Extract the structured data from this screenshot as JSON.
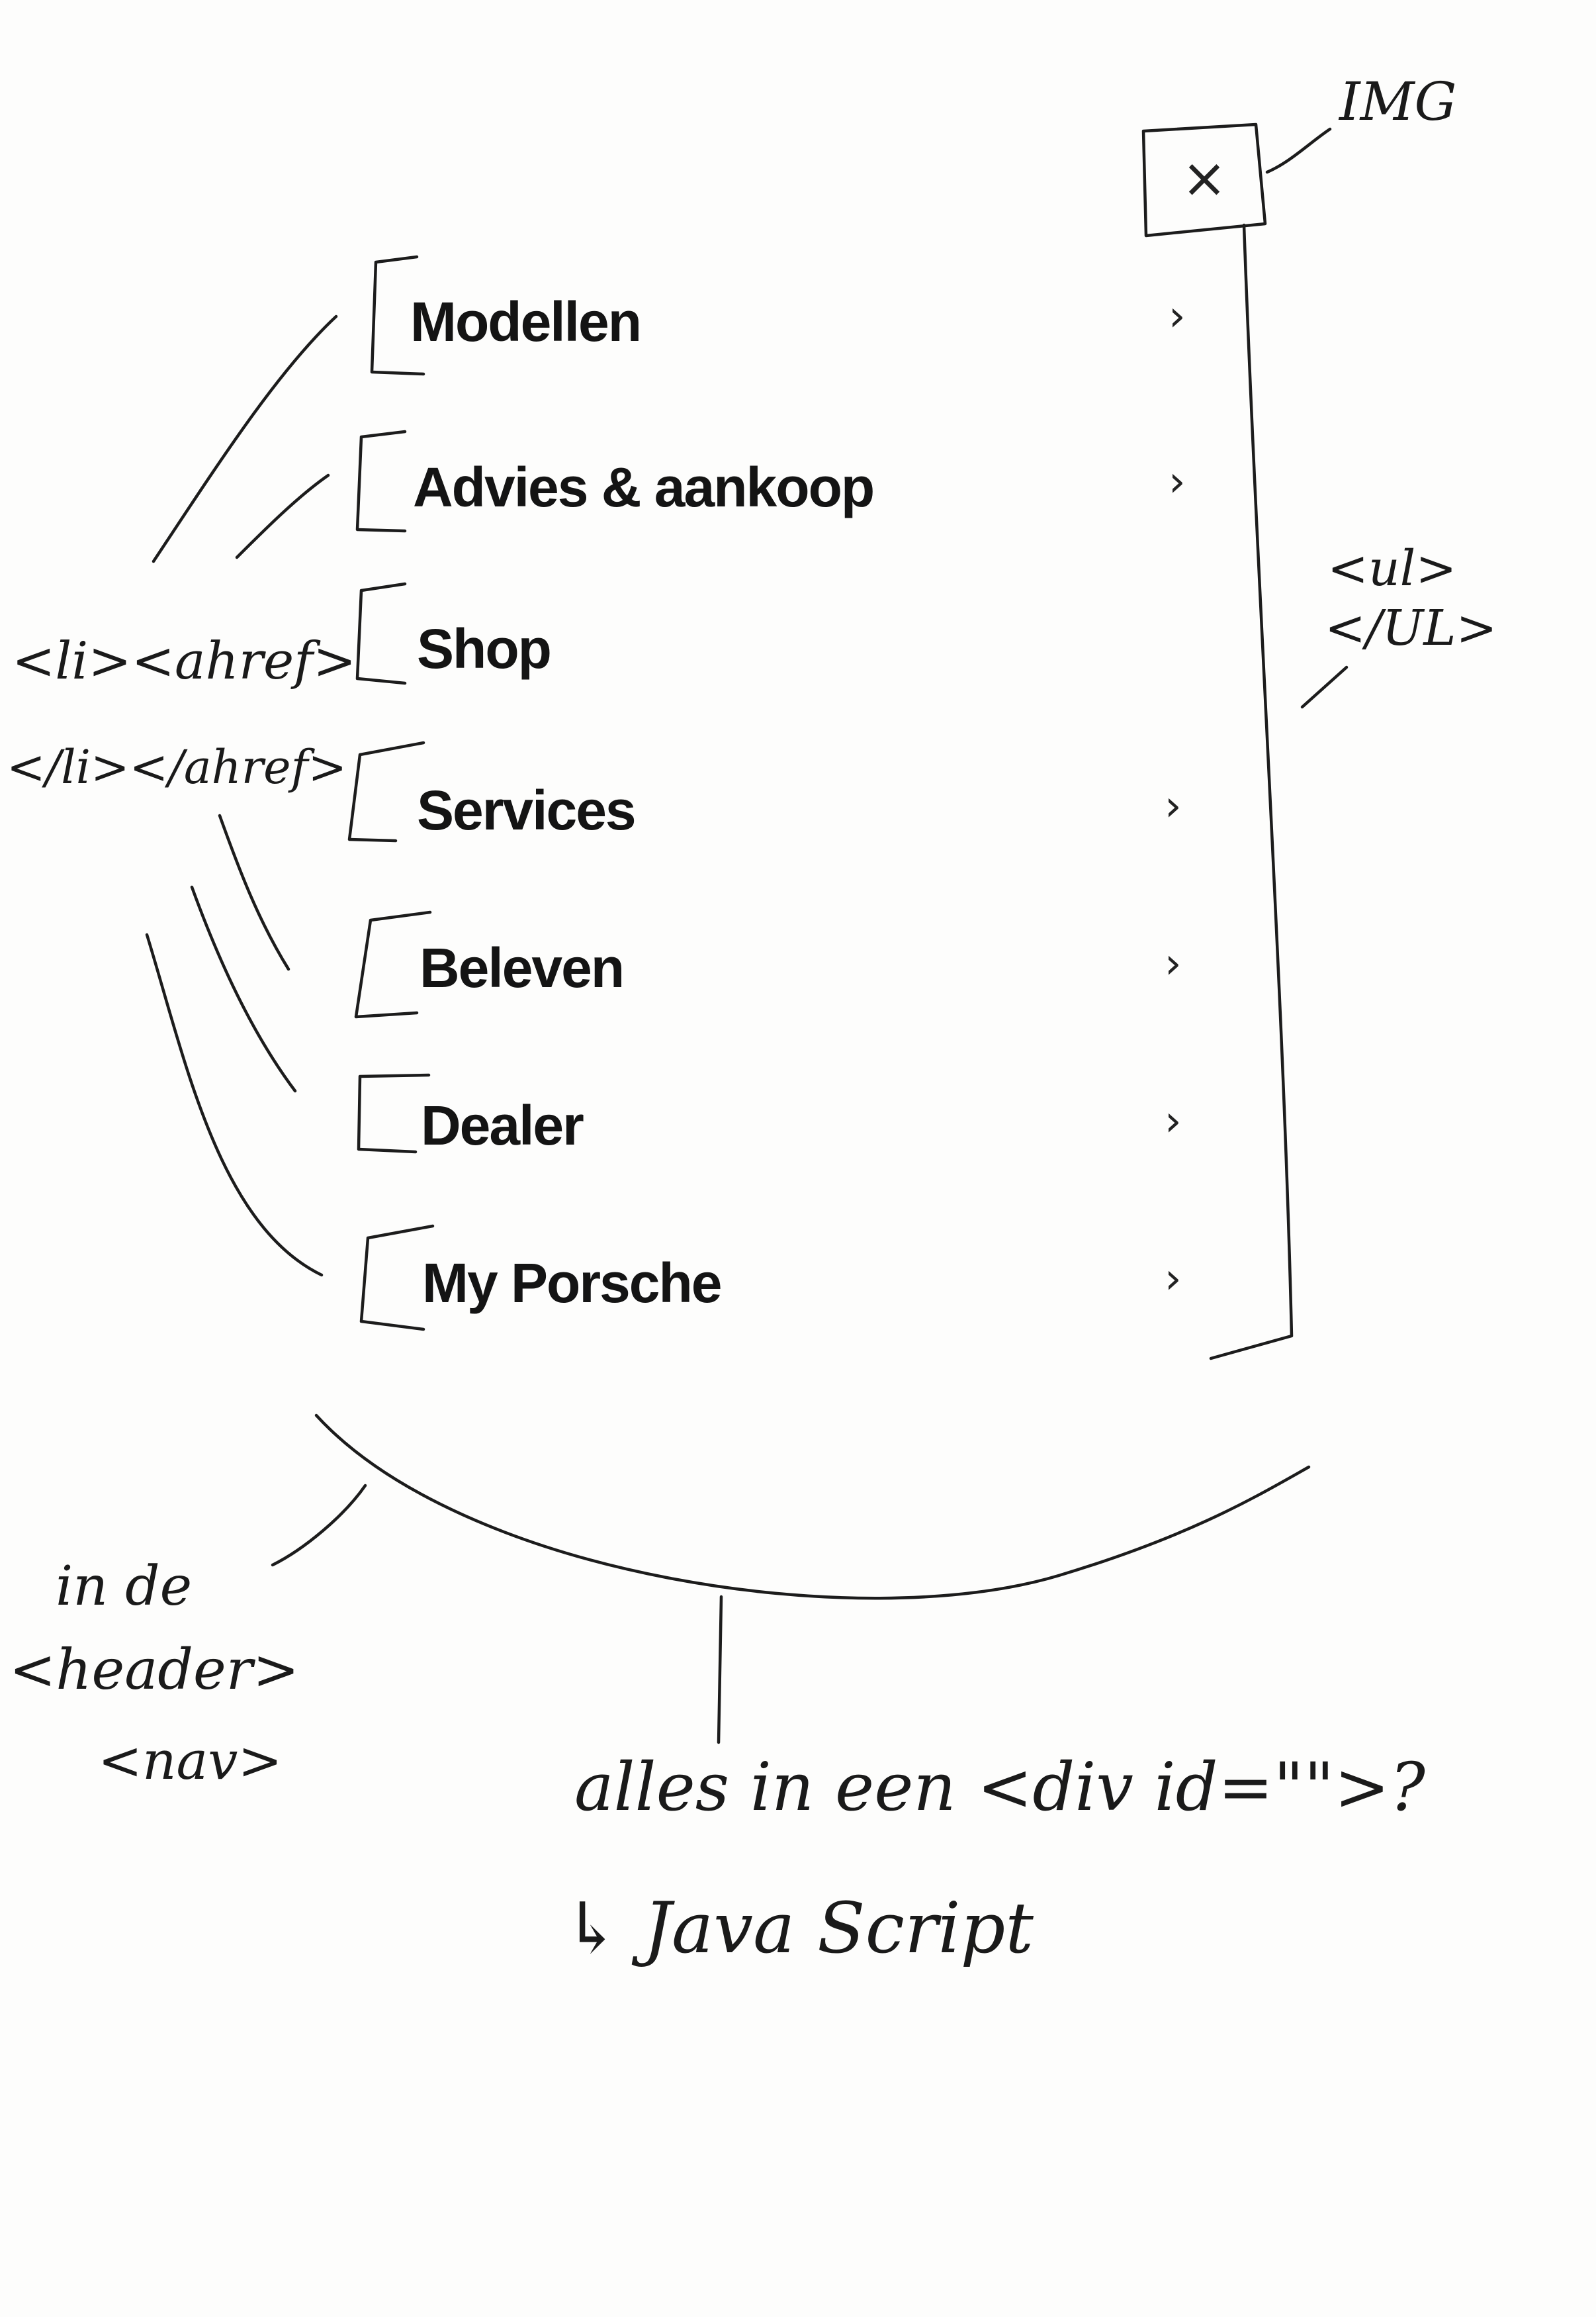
{
  "close_button": {
    "label": "×",
    "icon": "close-icon"
  },
  "menu": {
    "items": [
      {
        "label": "Modellen",
        "chevron": "›"
      },
      {
        "label": "Advies & aankoop",
        "chevron": "›"
      },
      {
        "label": "Shop"
      },
      {
        "label": "Services",
        "chevron": "›"
      },
      {
        "label": "Beleven",
        "chevron": "›"
      },
      {
        "label": "Dealer",
        "chevron": "›"
      },
      {
        "label": "My Porsche",
        "chevron": "›"
      }
    ]
  },
  "annotations": {
    "img": "IMG",
    "ul_open": "<ul>",
    "ul_close": "</UL>",
    "li_open": "<li><ahref>",
    "li_close": "</li></ahref>",
    "in_de": "in de",
    "header": "<header>",
    "nav": "<nav>",
    "div_question": "alles in een <div id=\"\">?",
    "javascript": "↳ Java Script"
  }
}
